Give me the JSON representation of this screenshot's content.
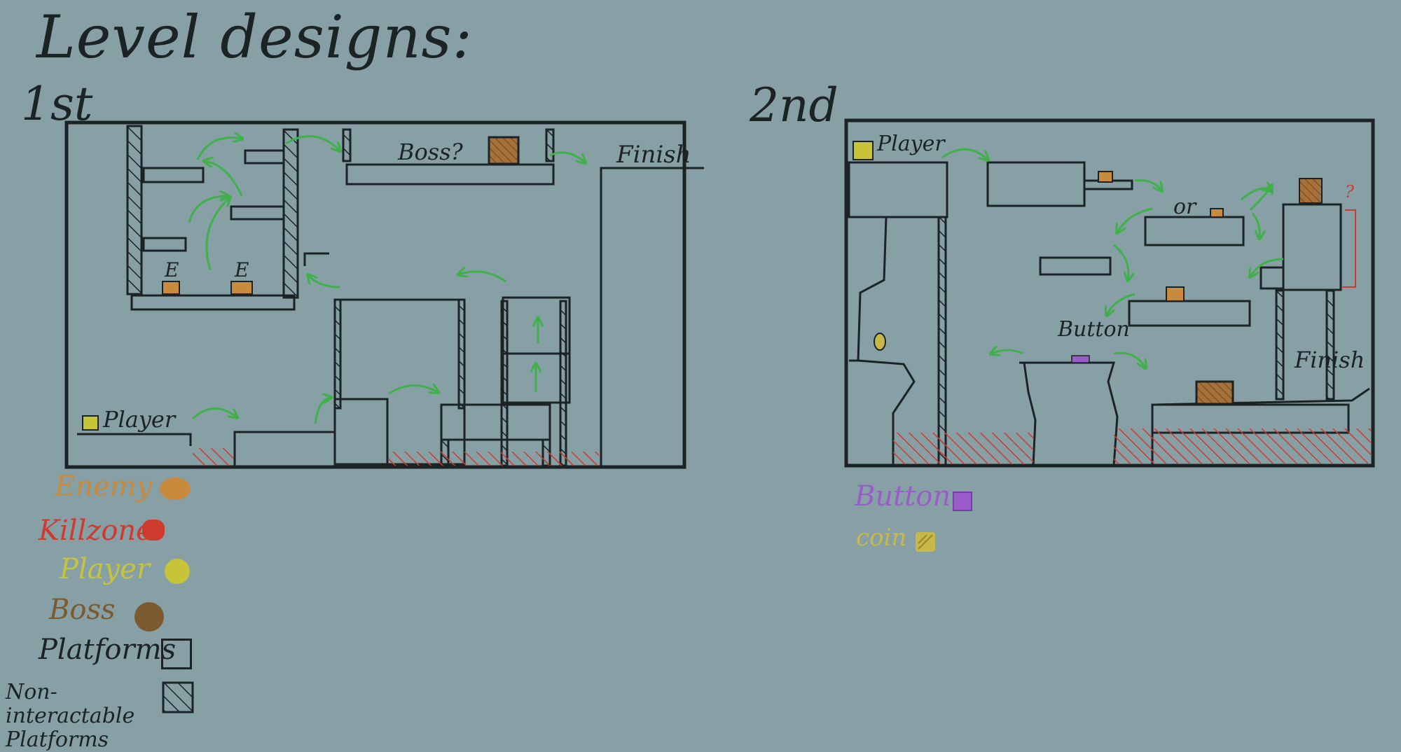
{
  "title": "Level designs:",
  "level1": {
    "label": "1st",
    "texts": {
      "boss": "Boss?",
      "finish": "Finish",
      "player": "Player",
      "enemy1": "E",
      "enemy2": "E"
    }
  },
  "level2": {
    "label": "2nd",
    "texts": {
      "player": "Player",
      "or": "or",
      "button": "Button",
      "finish": "Finish",
      "question": "?"
    }
  },
  "legend_left": [
    {
      "label": "Enemy",
      "color": "#c88a3c"
    },
    {
      "label": "Killzone",
      "color": "#d03a2e"
    },
    {
      "label": "Player",
      "color": "#c8c43a"
    },
    {
      "label": "Boss",
      "color": "#7a5a2e"
    },
    {
      "label": "Platforms",
      "color": "#1b2325"
    },
    {
      "label": "Non-interactable Platforms",
      "color": "#1b2325"
    }
  ],
  "legend_right": [
    {
      "label": "Button",
      "color": "#9a5cc8"
    },
    {
      "label": "coin",
      "color": "#c8b84a"
    }
  ],
  "colors": {
    "background": "#87a0a6",
    "ink": "#1b2325",
    "arrow": "#3fb04a",
    "killzone": "#d03a2e",
    "enemy": "#c88a3c",
    "player": "#c8c43a",
    "boss": "#7a5a2e",
    "button": "#9a5cc8",
    "coin": "#c8b84a"
  }
}
